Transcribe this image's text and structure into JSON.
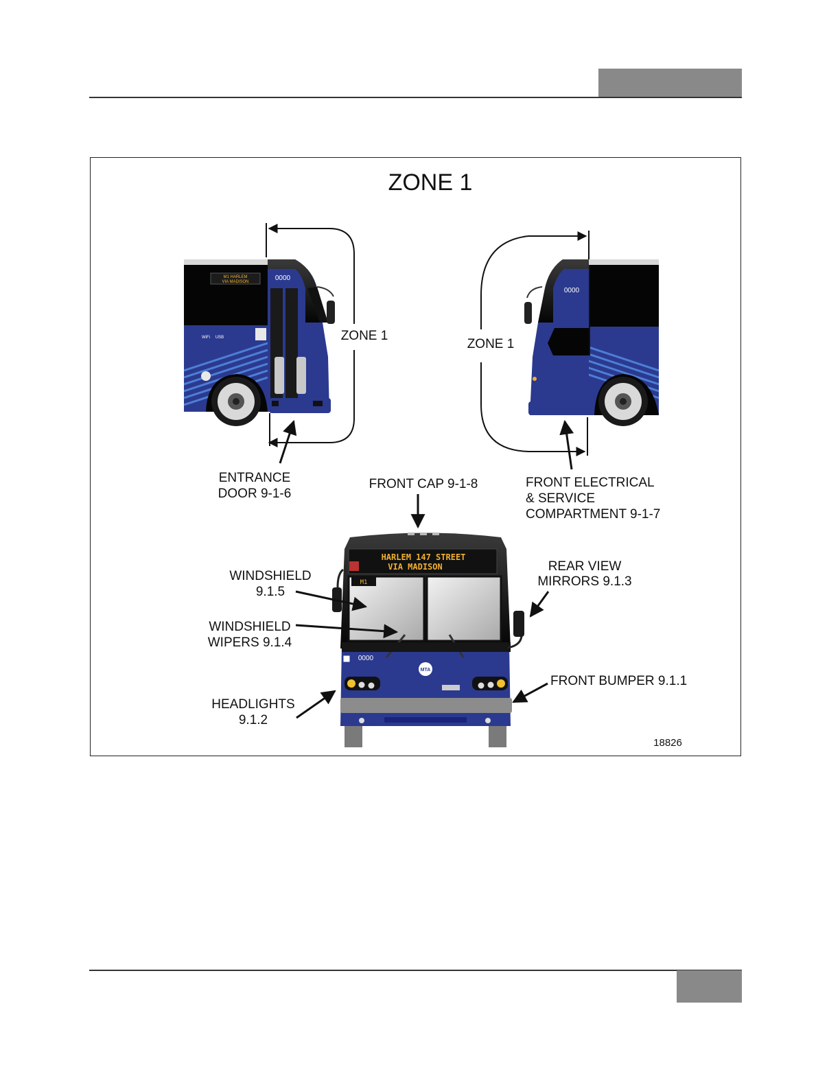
{
  "figure": {
    "title": "ZONE 1",
    "zone_left": "ZONE 1",
    "zone_right": "ZONE 1",
    "callouts": {
      "entrance_door": [
        "ENTRANCE",
        "DOOR 9-1-6"
      ],
      "front_cap": [
        "FRONT CAP 9-1-8"
      ],
      "front_electrical": [
        "FRONT ELECTRICAL",
        "& SERVICE",
        "COMPARTMENT 9-1-7"
      ],
      "windshield": [
        "WINDSHIELD",
        "9.1.5"
      ],
      "rear_view_mirrors": [
        "REAR VIEW",
        "MIRRORS 9.1.3"
      ],
      "windshield_wipers": [
        "WINDSHIELD",
        "WIPERS 9.1.4"
      ],
      "headlights": [
        "HEADLIGHTS",
        "9.1.2"
      ],
      "front_bumper": [
        "FRONT BUMPER 9.1.1"
      ]
    },
    "destination_sign": [
      "HARLEM 147 STREET",
      "VIA MADISON"
    ],
    "side_sign": [
      "M1 HARLEM",
      "VIA MADISON"
    ],
    "route_badge": "M1",
    "fleet_number": "0000",
    "side_icons": [
      "WiFi",
      "USB"
    ],
    "mta_logo": "MTA",
    "figure_number": "18826"
  },
  "colors": {
    "bus_blue": "#2b3a8f",
    "stripe_blue": "#4d7fd6",
    "sign_amber": "#f0b030",
    "bumper_gray": "#8c8c8c",
    "page_tab_gray": "#898989"
  }
}
